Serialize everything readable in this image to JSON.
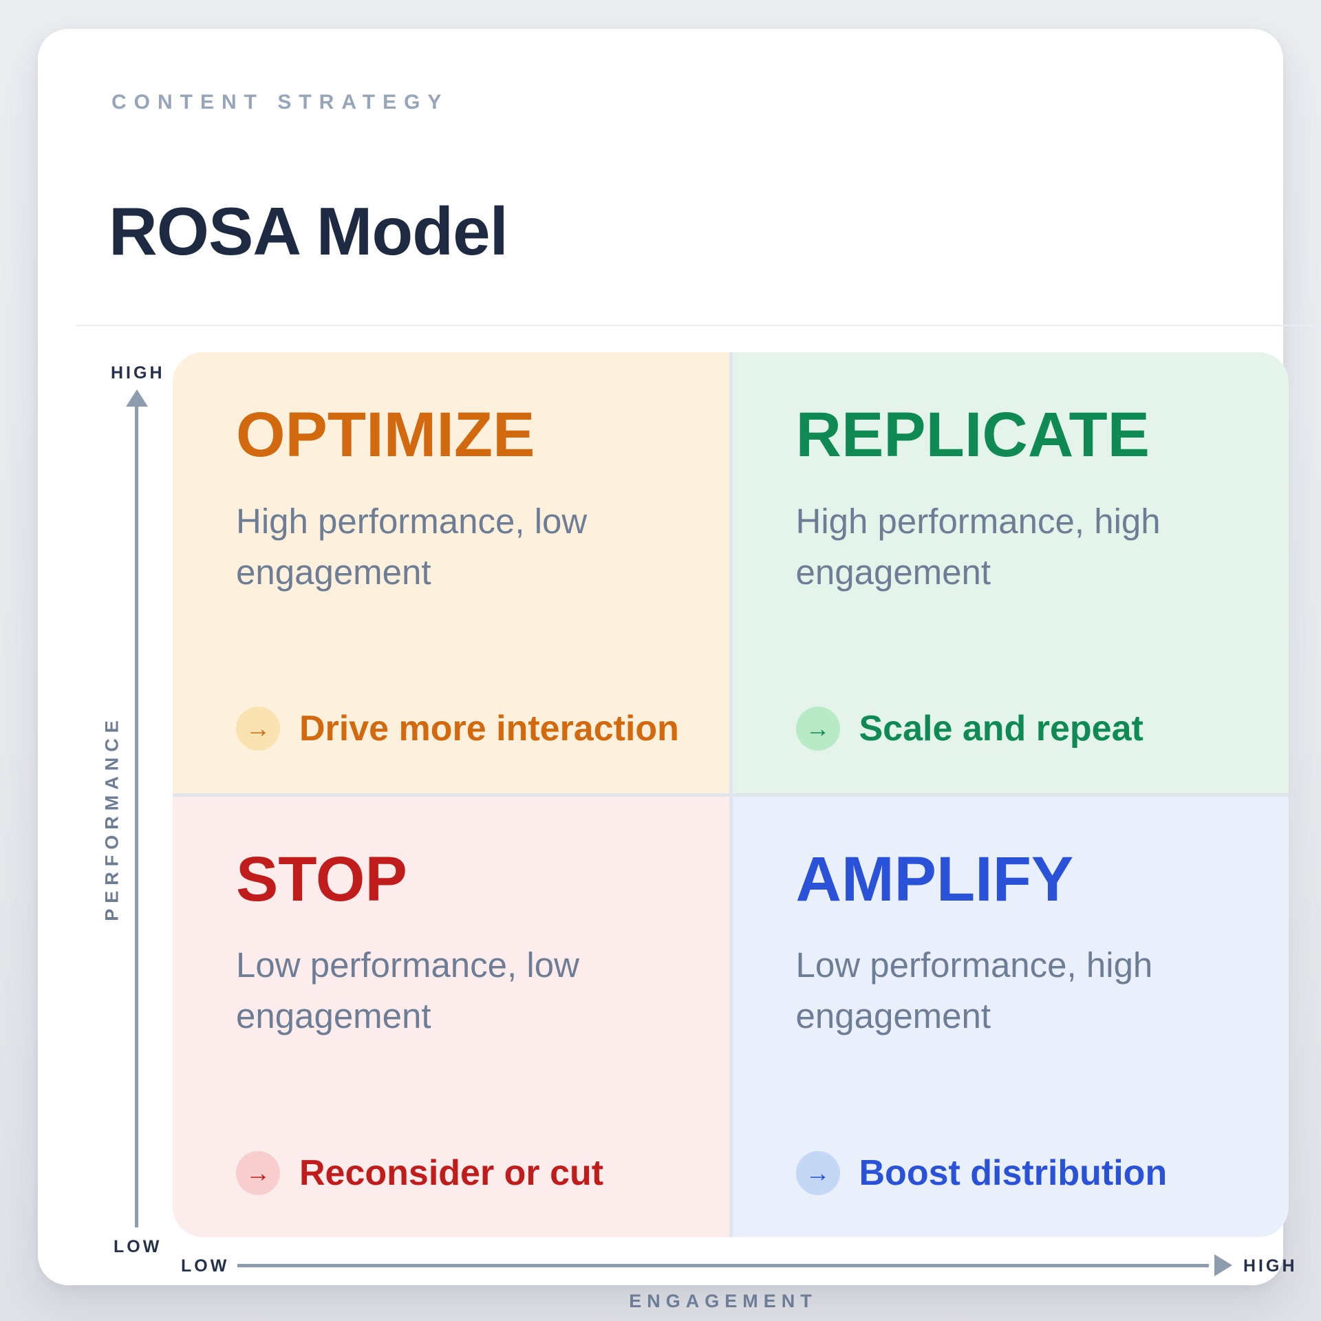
{
  "header": {
    "eyebrow": "CONTENT STRATEGY",
    "title": "ROSA Model"
  },
  "axes": {
    "y": {
      "label": "PERFORMANCE",
      "top": "HIGH",
      "bottom": "LOW"
    },
    "x": {
      "label": "ENGAGEMENT",
      "left": "LOW",
      "right": "HIGH"
    }
  },
  "icons": {
    "arrow_glyph": "→"
  },
  "colors": {
    "card_bg": "#ffffff",
    "heading_text": "#1d2a42",
    "eyebrow_text": "#97a5ba",
    "subtitle_text": "#6d7d95",
    "axis_line": "#8e9cb0",
    "axis_label_text": "#25304a"
  },
  "quadrants": [
    {
      "id": "optimize",
      "title": "OPTIMIZE",
      "subtitle": "High performance, low engagement",
      "action": "Drive more interaction",
      "color": "#d2690e",
      "bg": "#fdf0dc",
      "icon_bg": "#fae3b0"
    },
    {
      "id": "replicate",
      "title": "REPLICATE",
      "subtitle": "High performance, high engagement",
      "action": "Scale and repeat",
      "color": "#0f8a55",
      "bg": "#e4f4ea",
      "icon_bg": "#b9eac6"
    },
    {
      "id": "stop",
      "title": "STOP",
      "subtitle": "Low performance, low engagement",
      "action": "Reconsider or cut",
      "color": "#c11c1c",
      "bg": "#fcecec",
      "icon_bg": "#f8cdce"
    },
    {
      "id": "amplify",
      "title": "AMPLIFY",
      "subtitle": "Low performance, high engagement",
      "action": "Boost distribution",
      "color": "#2a52d9",
      "bg": "#e9effb",
      "icon_bg": "#c4d8f6"
    }
  ]
}
